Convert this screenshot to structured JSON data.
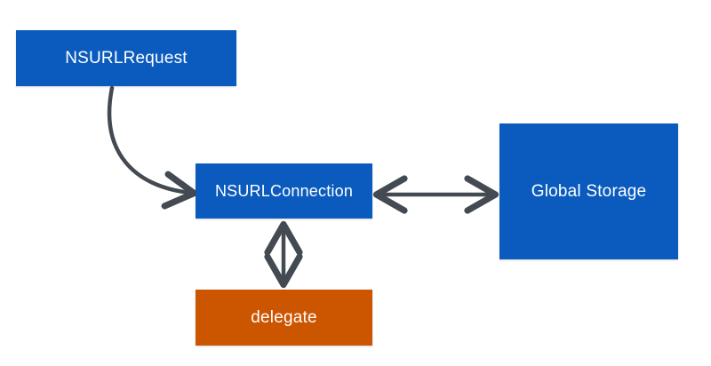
{
  "diagram": {
    "nodes": {
      "request": {
        "label": "NSURLRequest"
      },
      "connection": {
        "label": "NSURLConnection"
      },
      "storage": {
        "label": "Global Storage"
      },
      "delegate": {
        "label": "delegate"
      }
    },
    "edges": [
      {
        "from": "request",
        "to": "connection",
        "direction": "one-way",
        "style": "curved"
      },
      {
        "from": "connection",
        "to": "storage",
        "direction": "bidirectional",
        "style": "straight"
      },
      {
        "from": "connection",
        "to": "delegate",
        "direction": "bidirectional",
        "style": "straight"
      }
    ]
  },
  "colors": {
    "node_blue": "#0b5bbf",
    "node_orange": "#cc5500",
    "arrow": "#444a52",
    "background": "#ffffff"
  }
}
